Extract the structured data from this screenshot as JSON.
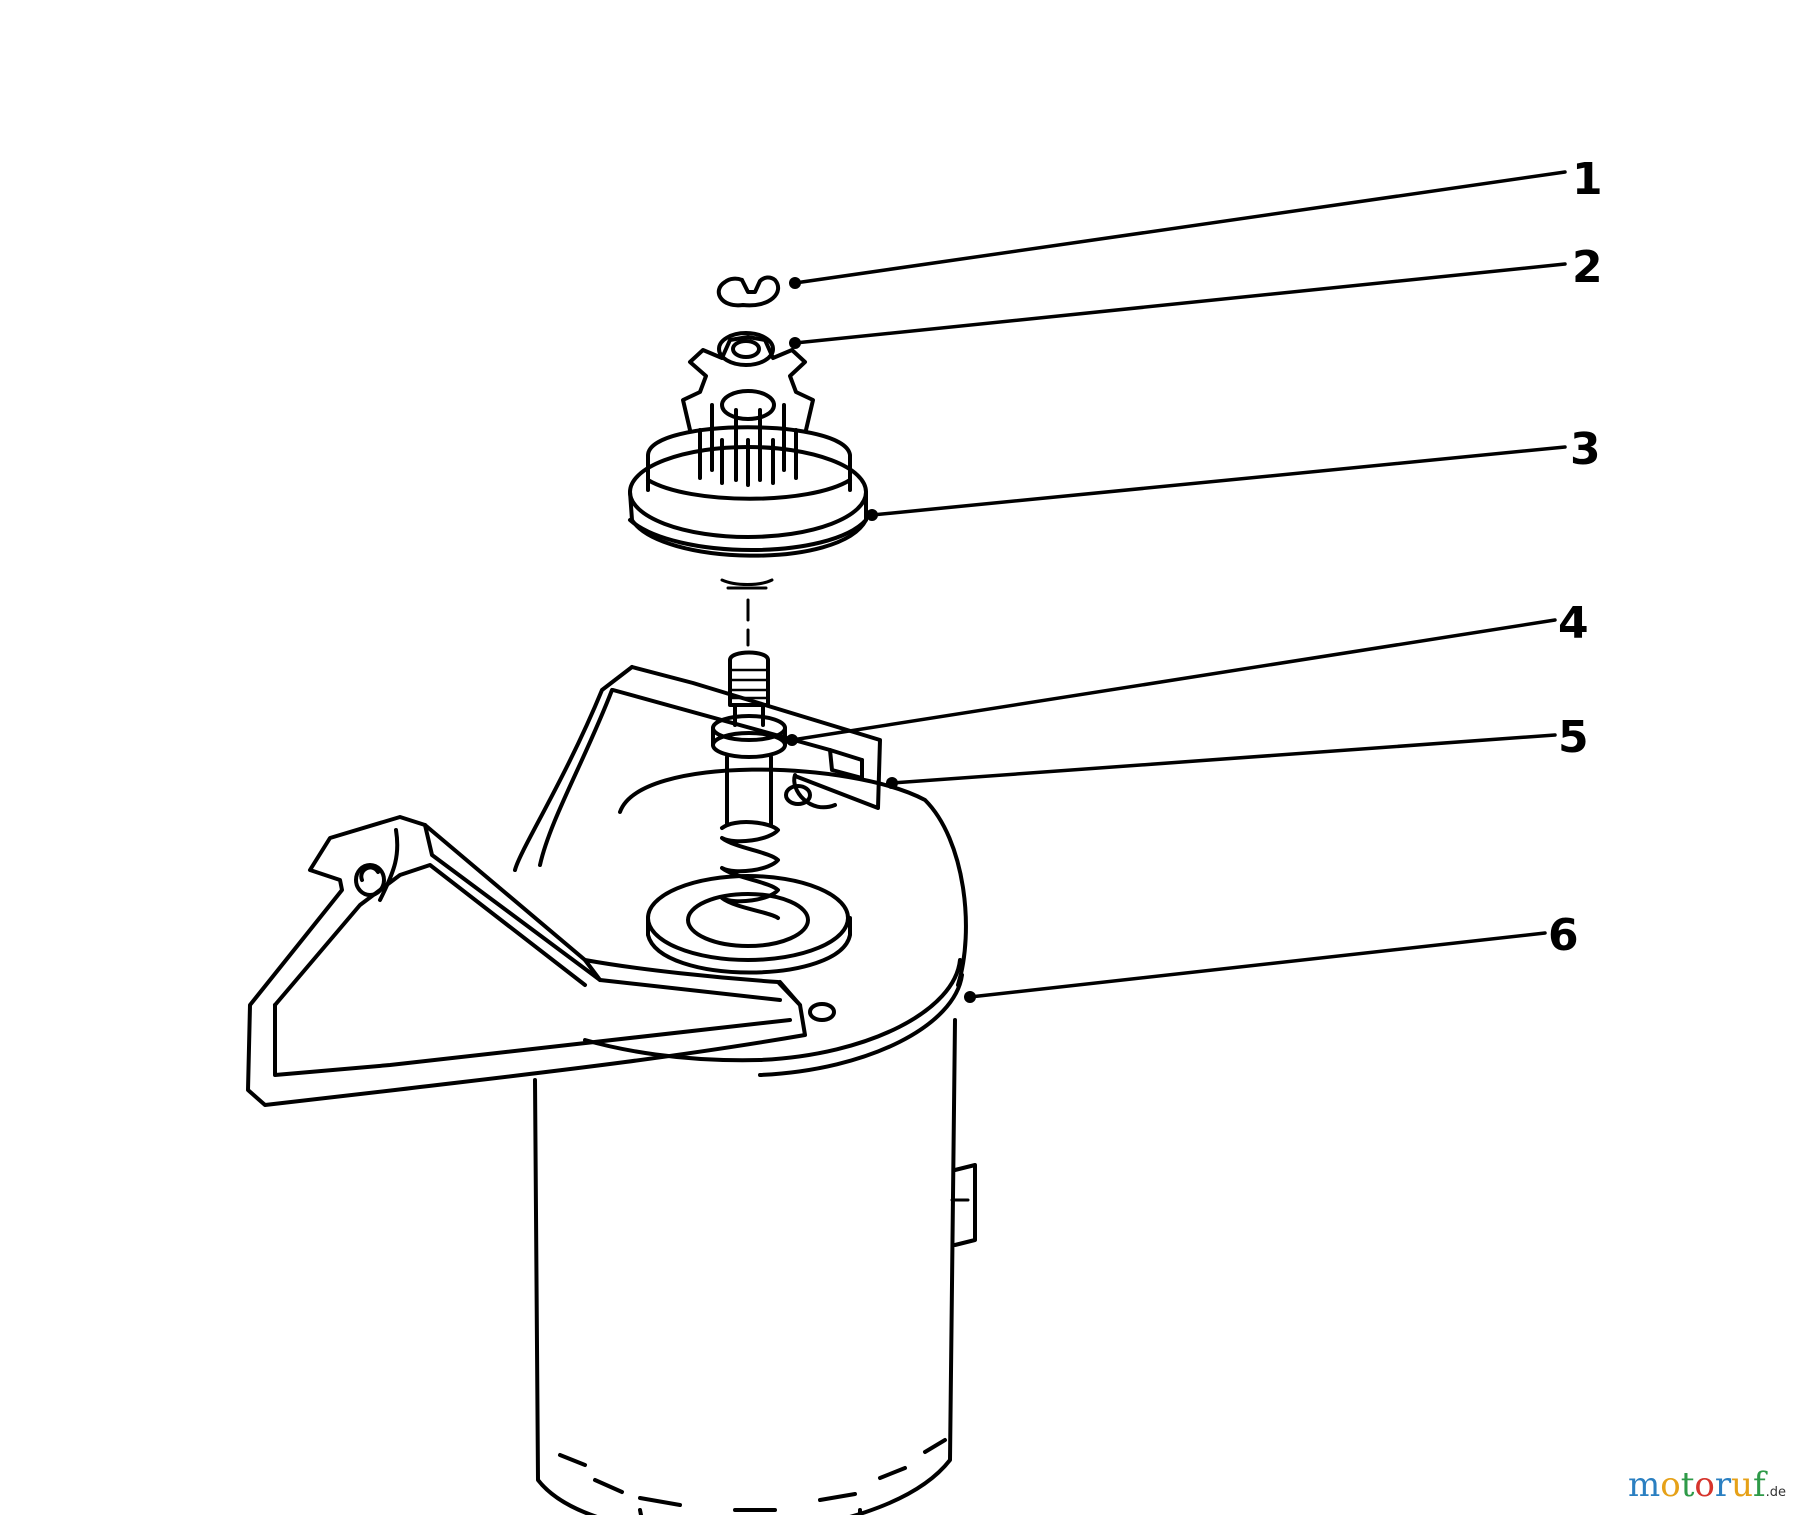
{
  "diagram": {
    "type": "exploded-parts-diagram",
    "callouts": [
      {
        "number": "1",
        "part": "retaining-clip"
      },
      {
        "number": "2",
        "part": "washer"
      },
      {
        "number": "3",
        "part": "pinion-gear-drive"
      },
      {
        "number": "4",
        "part": "shaft-washer"
      },
      {
        "number": "5",
        "part": "mounting-bracket"
      },
      {
        "number": "6",
        "part": "starter-motor"
      }
    ]
  },
  "watermark": {
    "letters": [
      {
        "ch": "m",
        "color": "#2a7fc1"
      },
      {
        "ch": "o",
        "color": "#e6a118"
      },
      {
        "ch": "t",
        "color": "#2e9a48"
      },
      {
        "ch": "o",
        "color": "#d6342c"
      },
      {
        "ch": "r",
        "color": "#2a7fc1"
      },
      {
        "ch": "u",
        "color": "#e6a118"
      },
      {
        "ch": "f",
        "color": "#2e9a48"
      }
    ],
    "domain": ".de"
  }
}
